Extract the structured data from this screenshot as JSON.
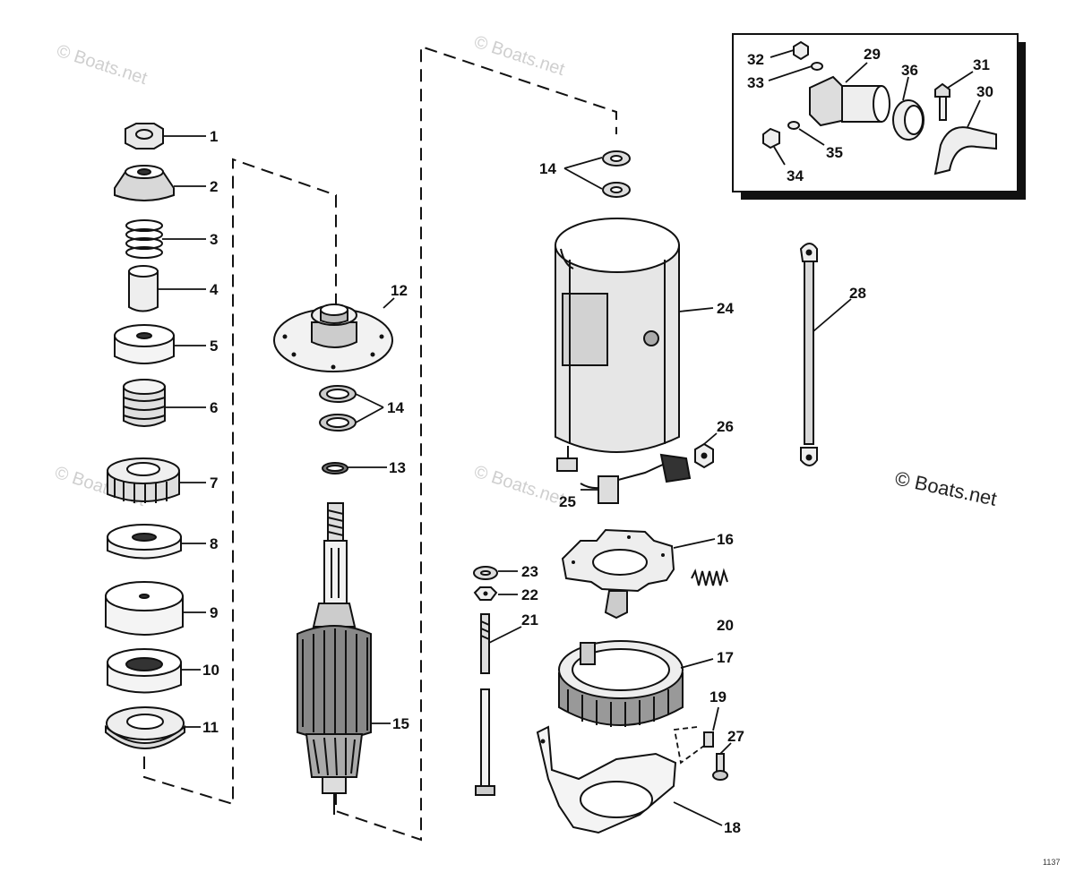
{
  "watermarks": {
    "text": "© Boats.net",
    "main_text": "© Boats.net"
  },
  "corner_code": "1137",
  "labels": {
    "p1": "1",
    "p2": "2",
    "p3": "3",
    "p4": "4",
    "p5": "5",
    "p6": "6",
    "p7": "7",
    "p8": "8",
    "p9": "9",
    "p10": "10",
    "p11": "11",
    "p12": "12",
    "p13": "13",
    "p14a": "14",
    "p14b": "14",
    "p15": "15",
    "p16": "16",
    "p17": "17",
    "p18": "18",
    "p19": "19",
    "p20": "20",
    "p21": "21",
    "p22": "22",
    "p23": "23",
    "p24": "24",
    "p25": "25",
    "p26": "26",
    "p27": "27",
    "p28": "28",
    "p29": "29",
    "p30": "30",
    "p31": "31",
    "p32": "32",
    "p33": "33",
    "p34": "34",
    "p35": "35",
    "p36": "36"
  }
}
